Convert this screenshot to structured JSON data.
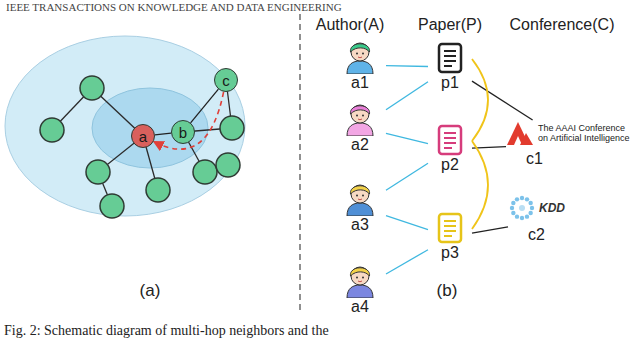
{
  "diagram": {
    "caption": "Fig. 2: Schematic diagram of multi-hop neighbors and the",
    "nodes": [
      {
        "text": [
          "a"
        ]
      },
      {
        "text": [
          "b"
        ]
      },
      {
        "text": [
          "c"
        ]
      },
      {
        "text": [
          "a1"
        ]
      },
      {
        "text": [
          "a2"
        ]
      },
      {
        "text": [
          "a3"
        ]
      },
      {
        "text": [
          "a4"
        ]
      },
      {
        "text": [
          "p1"
        ]
      },
      {
        "text": [
          "p2"
        ]
      },
      {
        "text": [
          "p3"
        ]
      },
      {
        "text": [
          "The AAAI Conference on Artificial Intelligence",
          "c1"
        ]
      },
      {
        "text": [
          "KDD",
          "c2"
        ]
      }
    ],
    "edges": [
      {
        "from": 0,
        "to": 1,
        "arrow": "none"
      },
      {
        "from": 1,
        "to": 2,
        "arrow": "none"
      },
      {
        "from": 2,
        "to": 0,
        "arrow": "to"
      },
      {
        "from": 3,
        "to": 7,
        "arrow": "none"
      },
      {
        "from": 4,
        "to": 7,
        "arrow": "none"
      },
      {
        "from": 4,
        "to": 8,
        "arrow": "none"
      },
      {
        "from": 5,
        "to": 8,
        "arrow": "none"
      },
      {
        "from": 5,
        "to": 9,
        "arrow": "none"
      },
      {
        "from": 6,
        "to": 9,
        "arrow": "none"
      },
      {
        "from": 7,
        "to": 10,
        "arrow": "none"
      },
      {
        "from": 8,
        "to": 10,
        "arrow": "none"
      },
      {
        "from": 9,
        "to": 11,
        "arrow": "none"
      },
      {
        "from": 7,
        "to": 8,
        "arrow": "none"
      },
      {
        "from": 8,
        "to": 9,
        "arrow": "none"
      }
    ],
    "labels": [
      "IEEE TRANSACTIONS ON KNOWLEDGE AND DATA ENGINEERING",
      "(a)",
      "(b)",
      "Author(A)",
      "Paper(P)",
      "Conference(C)"
    ]
  }
}
